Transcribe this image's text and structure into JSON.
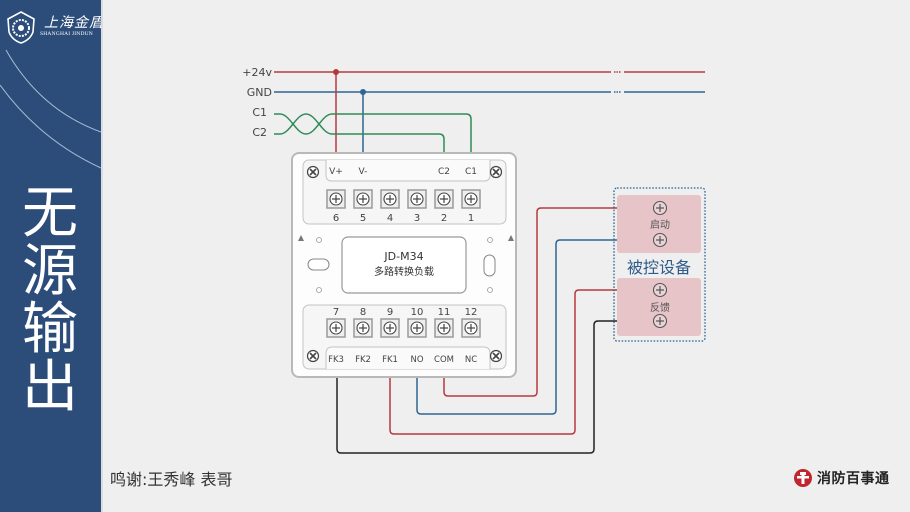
{
  "logo": {
    "name_cn": "上海金盾",
    "name_en": "SHANGHAI  JINDUN"
  },
  "page_title_chars": [
    "无",
    "源",
    "输",
    "出"
  ],
  "bus_lines": [
    {
      "label": "+24v",
      "color": "#b5383f"
    },
    {
      "label": "GND",
      "color": "#2e6594"
    },
    {
      "label": "C1",
      "color": "#2e8b57"
    },
    {
      "label": "C2",
      "color": "#2e8b57"
    }
  ],
  "module": {
    "model": "JD-M34",
    "description": "多路转换负载",
    "top_signal_labels": [
      "V+",
      "V-",
      "",
      "",
      "C2",
      "C1"
    ],
    "top_terminal_numbers": [
      "6",
      "5",
      "4",
      "3",
      "2",
      "1"
    ],
    "bottom_terminal_numbers": [
      "7",
      "8",
      "9",
      "10",
      "11",
      "12"
    ],
    "bottom_signal_labels": [
      "FK3",
      "FK2",
      "FK1",
      "NO",
      "COM",
      "NC"
    ]
  },
  "controlled_device": {
    "title": "被控设备",
    "groups": [
      {
        "label": "启动"
      },
      {
        "label": "反馈"
      }
    ]
  },
  "wire_colors": {
    "red": "#b5383f",
    "blue": "#2e6594",
    "green": "#2e8b57",
    "black": "#222222"
  },
  "credit": "鸣谢:王秀峰   表哥",
  "brand": {
    "name": "消防百事通",
    "color": "#c0262d"
  }
}
